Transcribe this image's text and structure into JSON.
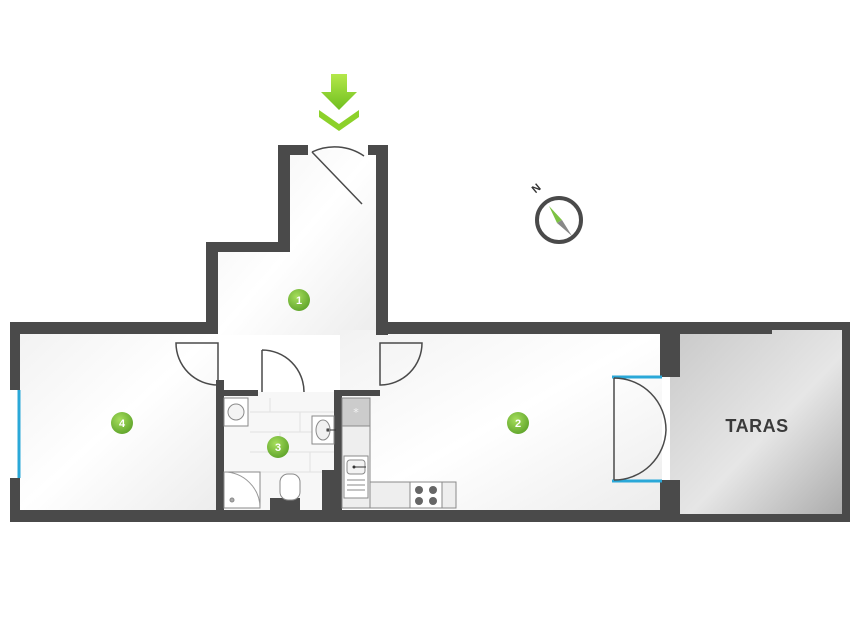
{
  "rooms": [
    {
      "id": "1",
      "label": "1"
    },
    {
      "id": "2",
      "label": "2"
    },
    {
      "id": "3",
      "label": "3"
    },
    {
      "id": "4",
      "label": "4"
    }
  ],
  "terrace": {
    "label": "TARAS"
  },
  "compass": {
    "north_label": "N"
  },
  "colors": {
    "wall": "#4a4a4a",
    "room_marker": "#7cc242",
    "entrance_arrow": "#8cd12a",
    "window": "#2aa8d8",
    "terrace_fill": "#b7b7b7"
  },
  "icons": [
    "entrance-arrow-icon",
    "compass-icon"
  ]
}
